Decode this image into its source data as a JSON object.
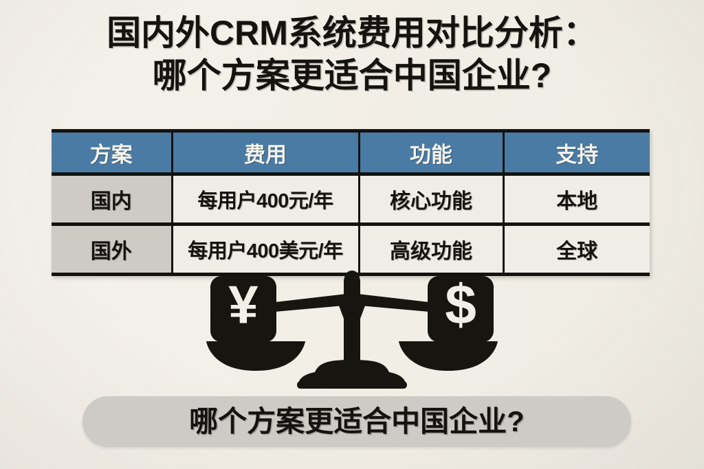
{
  "poster": {
    "background_color": "#f2efe8",
    "accent_color": "#4a7ba4",
    "ink_color": "#14130f",
    "row_label_bg": "#cdcbc4",
    "pill_bg": "#cdcbc5"
  },
  "title": {
    "line1": "国内外CRM系统费用对比分析：",
    "line2": "哪个方案更适合中国企业?"
  },
  "table": {
    "headers": [
      "方案",
      "费用",
      "功能",
      "支持"
    ],
    "rows": [
      {
        "plan": "国内",
        "cost": "每用户400元/年",
        "features": "核心功能",
        "support": "本地"
      },
      {
        "plan": "国外",
        "cost": "每用户400美元/年",
        "features": "高级功能",
        "support": "全球"
      }
    ]
  },
  "illustration": {
    "name": "balance-scale",
    "left_pan_symbol": "¥",
    "right_pan_symbol": "$"
  },
  "cta": {
    "text": "哪个方案更适合中国企业?"
  }
}
